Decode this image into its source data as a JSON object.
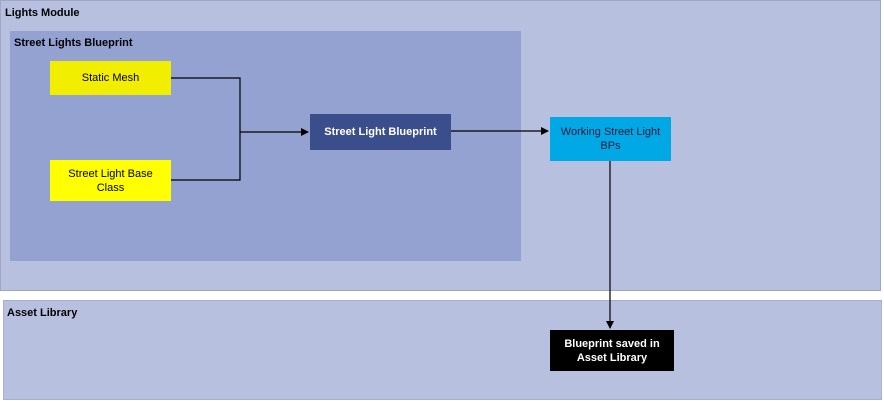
{
  "diagram": {
    "containers": {
      "lights_module": "Lights Module",
      "street_lights_blueprint": "Street Lights Blueprint",
      "asset_library": "Asset Library"
    },
    "nodes": {
      "static_mesh": "Static Mesh",
      "base_class": "Street Light Base Class",
      "blueprint": "Street Light Blueprint",
      "working": "Working Street Light BPs",
      "saved": "Blueprint saved in Asset Library"
    },
    "edges": [
      {
        "from": "Static Mesh",
        "to": "Street Light Blueprint"
      },
      {
        "from": "Street Light Base Class",
        "to": "Street Light Blueprint"
      },
      {
        "from": "Street Light Blueprint",
        "to": "Working Street Light BPs"
      },
      {
        "from": "Working Street Light BPs",
        "to": "Blueprint saved in Asset Library"
      }
    ],
    "colors": {
      "outer_container": "#b8c0e0",
      "inner_container": "#94a2d2",
      "input_node": "#ffff00",
      "blueprint_node": "#3b4e8c",
      "working_node": "#00a8e6",
      "saved_node": "#000000",
      "edge": "#000000"
    }
  }
}
